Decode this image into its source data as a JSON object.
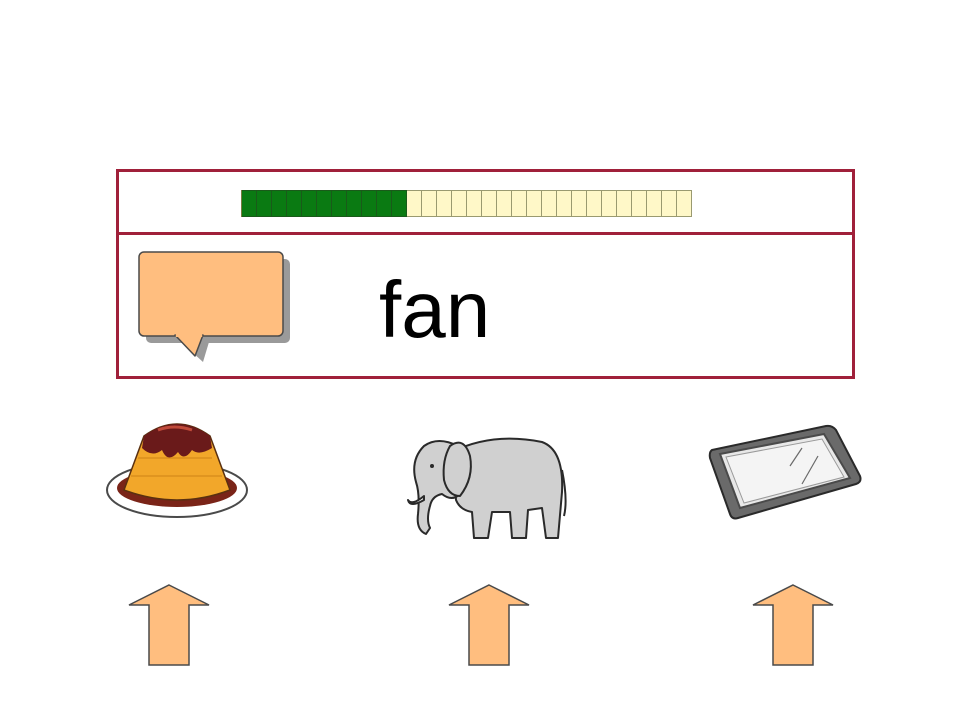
{
  "word": "fan",
  "progress": {
    "total_segments": 30,
    "completed_segments": 11,
    "completed_color": "#0a7a12",
    "remaining_color": "#fff8c8"
  },
  "colors": {
    "frame": "#a0203a",
    "bubble_fill": "#ffbe7f",
    "arrow_fill": "#ffbe7f"
  },
  "speech_button": {
    "icon": "speech-bubble-icon"
  },
  "choices": [
    {
      "icon": "flan-icon",
      "arrow_icon": "up-arrow-icon"
    },
    {
      "icon": "elephant-icon",
      "arrow_icon": "up-arrow-icon"
    },
    {
      "icon": "tray-icon",
      "arrow_icon": "up-arrow-icon"
    }
  ]
}
